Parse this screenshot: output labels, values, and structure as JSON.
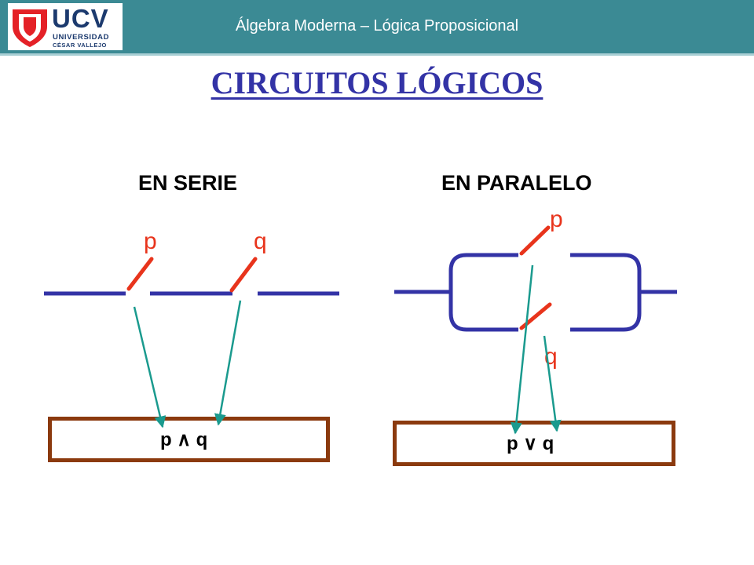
{
  "header": {
    "title": "Álgebra Moderna – Lógica Proposicional",
    "logo": {
      "acronym": "UCV",
      "line1": "UNIVERSIDAD",
      "line2": "CÉSAR VALLEJO",
      "colors": {
        "red": "#e42127",
        "navy": "#1c3a6e"
      }
    },
    "colors": {
      "bar": "#3b8a94"
    }
  },
  "title": "CIRCUITOS LÓGICOS",
  "series_circuit": {
    "label": "EN SERIE",
    "switch_labels": [
      "p",
      "q"
    ],
    "expression": "p ∧ q"
  },
  "parallel_circuit": {
    "label": "EN PARALELO",
    "switch_labels": [
      "p",
      "q"
    ],
    "expression": "p ∨ q"
  },
  "colors": {
    "wire": "#3333a6",
    "switch": "#e8341c",
    "arrow": "#1a9a8e",
    "box_border": "#8b3a0e",
    "title": "#3333a6"
  }
}
